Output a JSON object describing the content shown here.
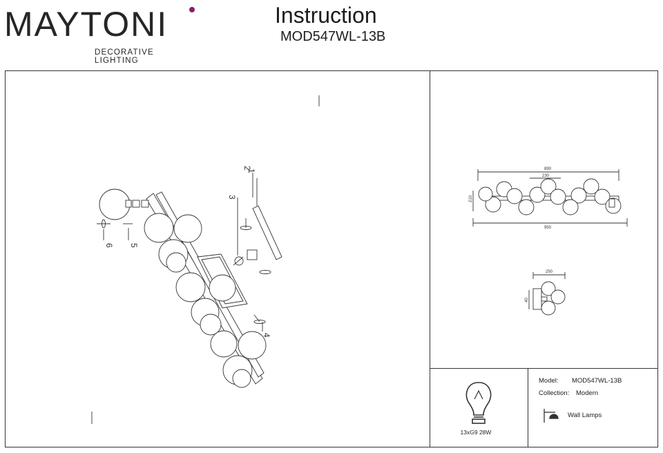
{
  "brand": {
    "name": "MAYTONI",
    "tagline": "DECORATIVE LIGHTING",
    "accent_color": "#8a1f6b"
  },
  "header": {
    "title": "Instruction",
    "model_code": "MOD547WL-13B"
  },
  "assembly": {
    "callouts": [
      "1",
      "2",
      "3",
      "4",
      "5",
      "6"
    ]
  },
  "dimensions": {
    "length_total": "950",
    "length_inner": "890",
    "spacing": "230",
    "height": "210",
    "depth": "250",
    "base": "40"
  },
  "bulb": {
    "icon": "lightbulb-icon",
    "spec": "13xG9 28W"
  },
  "info": {
    "model_label": "Model:",
    "model_value": "MOD547WL-13B",
    "collection_label": "Collection:",
    "collection_value": "Modern",
    "type_icon": "wall-lamp-icon",
    "type_value": "Wall Lamps"
  }
}
